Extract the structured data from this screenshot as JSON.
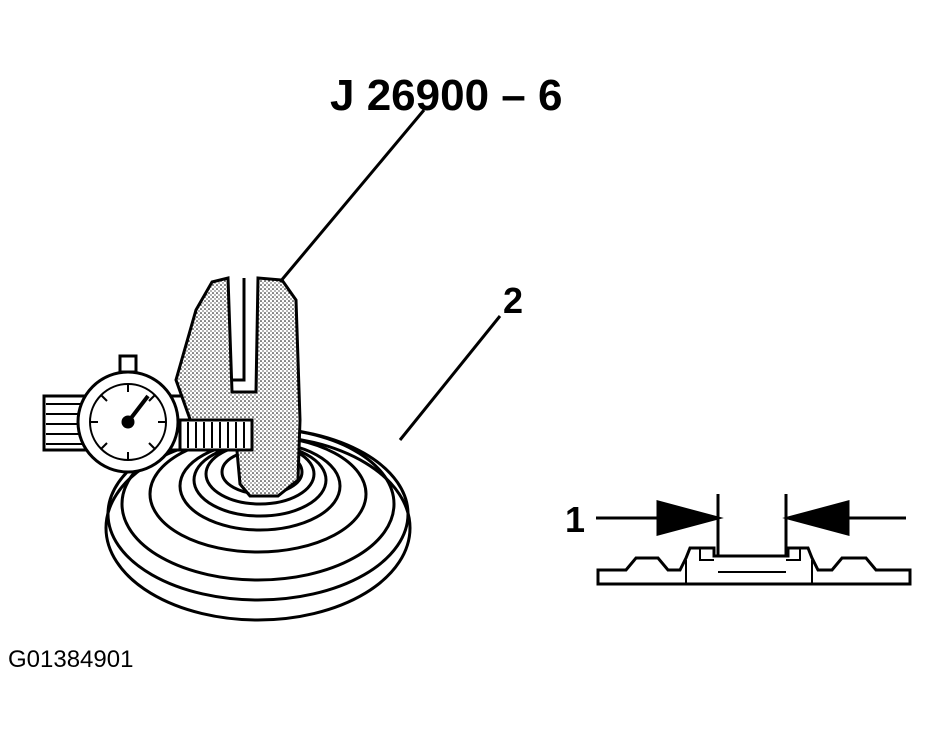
{
  "labels": {
    "tool": "J 26900 – 6",
    "callout_2": "2",
    "callout_1": "1",
    "figure_id": "G01384901"
  },
  "icons": {
    "dial_caliper": "dial-caliper-icon",
    "clutch_plate": "clutch-plate-icon",
    "cross_section": "cross-section-icon"
  },
  "colors": {
    "ink": "#000000",
    "paper": "#ffffff",
    "stipple": "#808080"
  }
}
